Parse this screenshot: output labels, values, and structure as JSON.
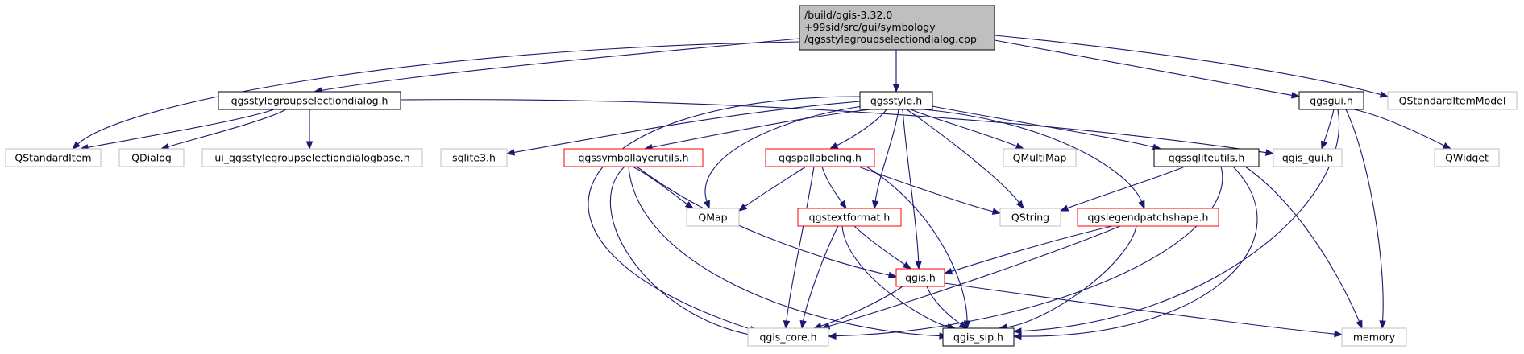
{
  "colors": {
    "edge": "#191970",
    "root_fill": "#bfbfbf",
    "documented_border": "#000000",
    "partial_border": "#ff0000",
    "external_border": "#bfbfbf"
  },
  "nodes": [
    {
      "id": "root",
      "lines": [
        "/build/qgis-3.32.0",
        "+99sid/src/gui/symbology",
        "/qgsstylegroupselectiondialog.cpp"
      ],
      "style": "root"
    },
    {
      "id": "qgsstylegroupselectiondialog_h",
      "lines": [
        "qgsstylegroupselectiondialog.h"
      ],
      "style": "documented"
    },
    {
      "id": "qgsstyle_h",
      "lines": [
        "qgsstyle.h"
      ],
      "style": "documented"
    },
    {
      "id": "qgsgui_h",
      "lines": [
        "qgsgui.h"
      ],
      "style": "documented"
    },
    {
      "id": "QStandardItemModel",
      "lines": [
        "QStandardItemModel"
      ],
      "style": "external"
    },
    {
      "id": "QStandardItem",
      "lines": [
        "QStandardItem"
      ],
      "style": "external"
    },
    {
      "id": "QDialog",
      "lines": [
        "QDialog"
      ],
      "style": "external"
    },
    {
      "id": "ui_base_h",
      "lines": [
        "ui_qgsstylegroupselectiondialogbase.h"
      ],
      "style": "external"
    },
    {
      "id": "sqlite3_h",
      "lines": [
        "sqlite3.h"
      ],
      "style": "external"
    },
    {
      "id": "qgssymbollayerutils_h",
      "lines": [
        "qgssymbollayerutils.h"
      ],
      "style": "partial"
    },
    {
      "id": "qgspallabeling_h",
      "lines": [
        "qgspallabeling.h"
      ],
      "style": "partial"
    },
    {
      "id": "QMultiMap",
      "lines": [
        "QMultiMap"
      ],
      "style": "external"
    },
    {
      "id": "qgssqliteutils_h",
      "lines": [
        "qgssqliteutils.h"
      ],
      "style": "documented"
    },
    {
      "id": "qgis_gui_h",
      "lines": [
        "qgis_gui.h"
      ],
      "style": "external"
    },
    {
      "id": "QWidget",
      "lines": [
        "QWidget"
      ],
      "style": "external"
    },
    {
      "id": "QMap",
      "lines": [
        "QMap"
      ],
      "style": "external"
    },
    {
      "id": "qgstextformat_h",
      "lines": [
        "qgstextformat.h"
      ],
      "style": "partial"
    },
    {
      "id": "QString",
      "lines": [
        "QString"
      ],
      "style": "external"
    },
    {
      "id": "qgslegendpatchshape_h",
      "lines": [
        "qgslegendpatchshape.h"
      ],
      "style": "partial"
    },
    {
      "id": "qgis_h",
      "lines": [
        "qgis.h"
      ],
      "style": "partial"
    },
    {
      "id": "qgis_core_h",
      "lines": [
        "qgis_core.h"
      ],
      "style": "external"
    },
    {
      "id": "qgis_sip_h",
      "lines": [
        "qgis_sip.h"
      ],
      "style": "documented"
    },
    {
      "id": "memory",
      "lines": [
        "memory"
      ],
      "style": "external"
    }
  ]
}
